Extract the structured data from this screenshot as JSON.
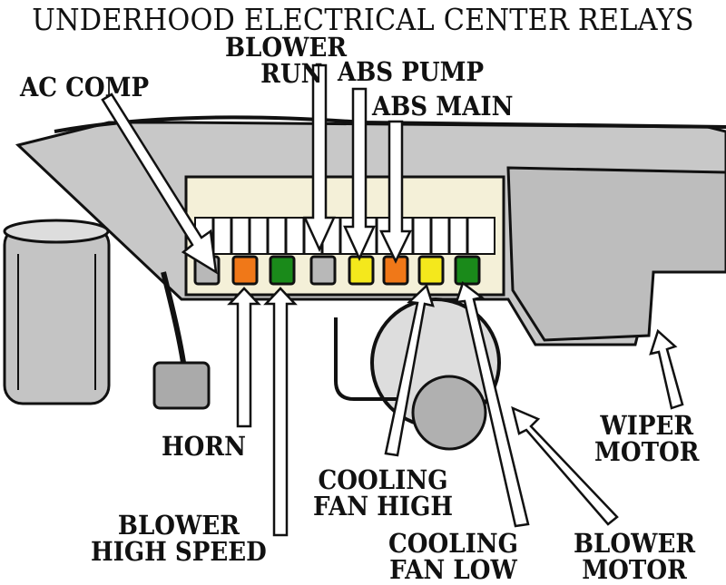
{
  "title": "UNDERHOOD ELECTRICAL CENTER RELAYS",
  "labels": {
    "ac_comp": "AC COMP",
    "blower_run": [
      "BLOWER",
      "RUN"
    ],
    "abs_pump": "ABS PUMP",
    "abs_main": "ABS MAIN",
    "horn": "HORN",
    "blower_high_speed": [
      "BLOWER",
      "HIGH SPEED"
    ],
    "cooling_fan_high": [
      "COOLING",
      "FAN HIGH"
    ],
    "cooling_fan_low": [
      "COOLING",
      "FAN LOW"
    ],
    "blower_motor": [
      "BLOWER",
      "MOTOR"
    ],
    "wiper_motor": [
      "WIPER",
      "MOTOR"
    ]
  },
  "relays": [
    {
      "name": "ac-comp",
      "color": "#b8b8b8"
    },
    {
      "name": "horn",
      "color": "#f07818"
    },
    {
      "name": "blower-high-speed",
      "color": "#1a8a1a"
    },
    {
      "name": "blower-run",
      "color": "#b8b8b8"
    },
    {
      "name": "abs-pump",
      "color": "#f4e81c"
    },
    {
      "name": "abs-main",
      "color": "#f07818"
    },
    {
      "name": "cooling-fan-high",
      "color": "#f4e81c"
    },
    {
      "name": "cooling-fan-low",
      "color": "#1a8a1a"
    }
  ]
}
